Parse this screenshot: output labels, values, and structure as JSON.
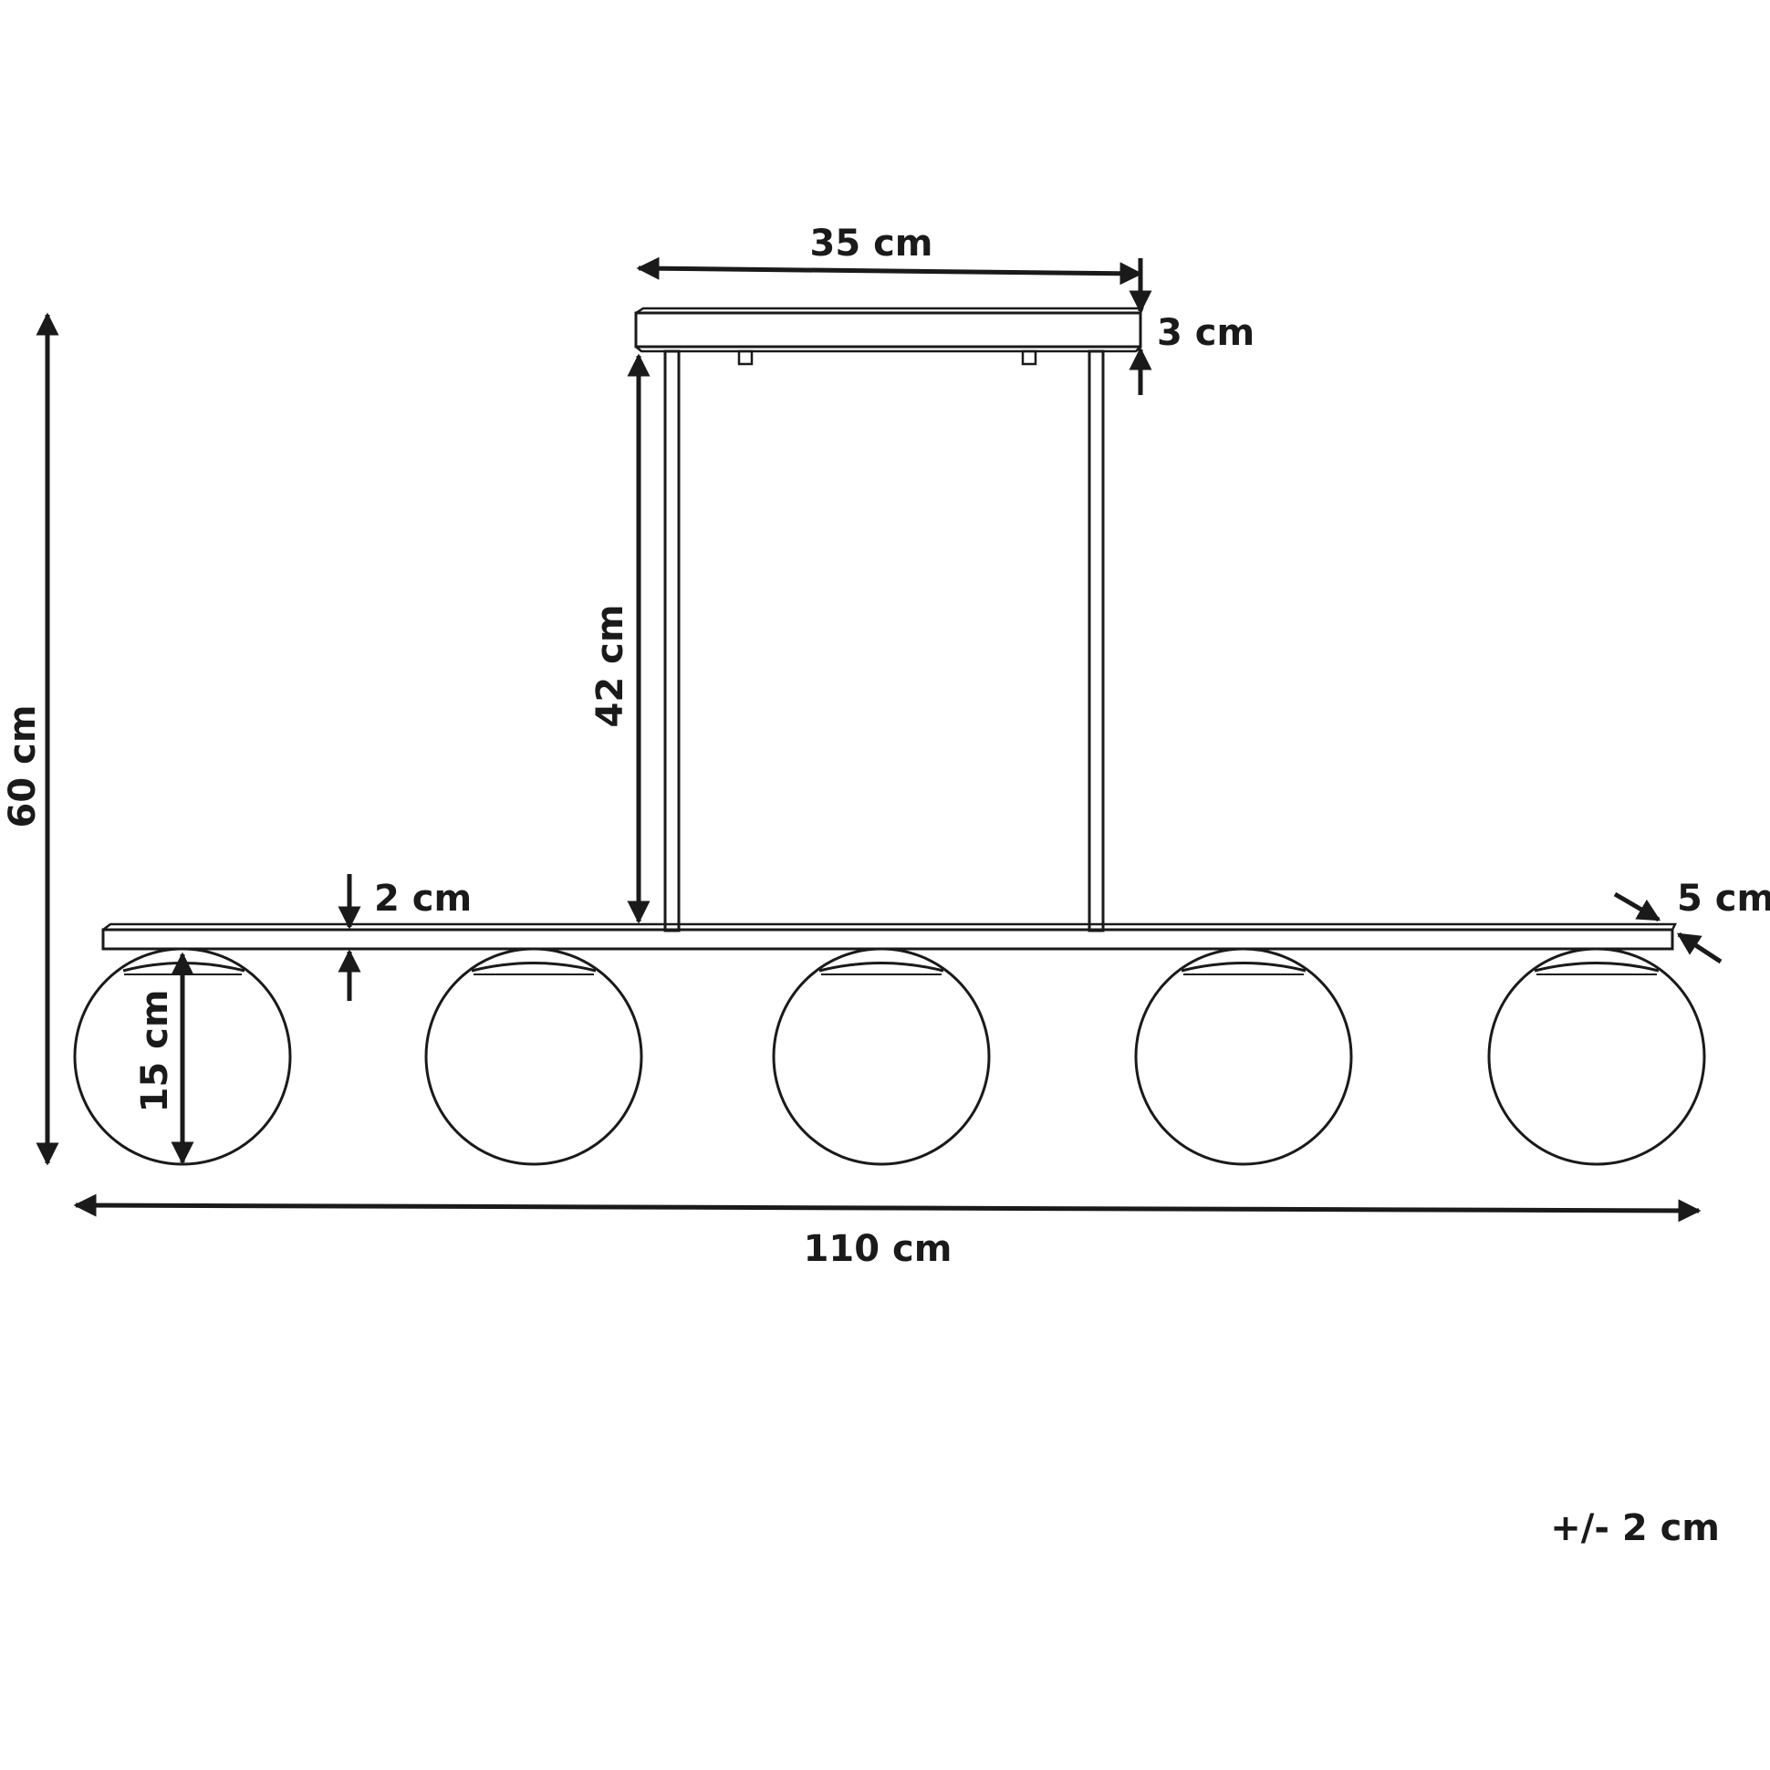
{
  "dimensions": {
    "total_height": "60 cm",
    "total_width": "110 cm",
    "canopy_width": "35 cm",
    "canopy_thickness": "3 cm",
    "rod_length": "42 cm",
    "bar_thickness": "2 cm",
    "bar_depth": "5 cm",
    "globe_diameter": "15 cm"
  },
  "tolerance": "+/- 2 cm",
  "globe_count": 5,
  "colors": {
    "line": "#1a1a1a",
    "background": "#ffffff"
  }
}
